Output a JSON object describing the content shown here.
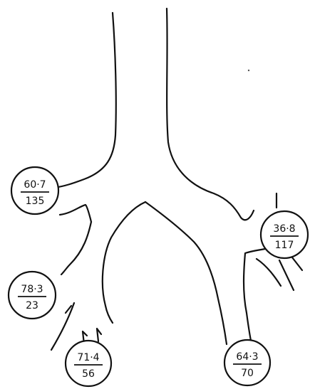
{
  "nodes": [
    {
      "id": "upper-left",
      "numerator": "60·7",
      "denominator": "135"
    },
    {
      "id": "mid-left",
      "numerator": "78·3",
      "denominator": "23"
    },
    {
      "id": "bottom-left",
      "numerator": "71·4",
      "denominator": "56"
    },
    {
      "id": "bottom-right",
      "numerator": "64·3",
      "denominator": "70"
    },
    {
      "id": "right",
      "numerator": "36·8",
      "denominator": "117"
    }
  ]
}
